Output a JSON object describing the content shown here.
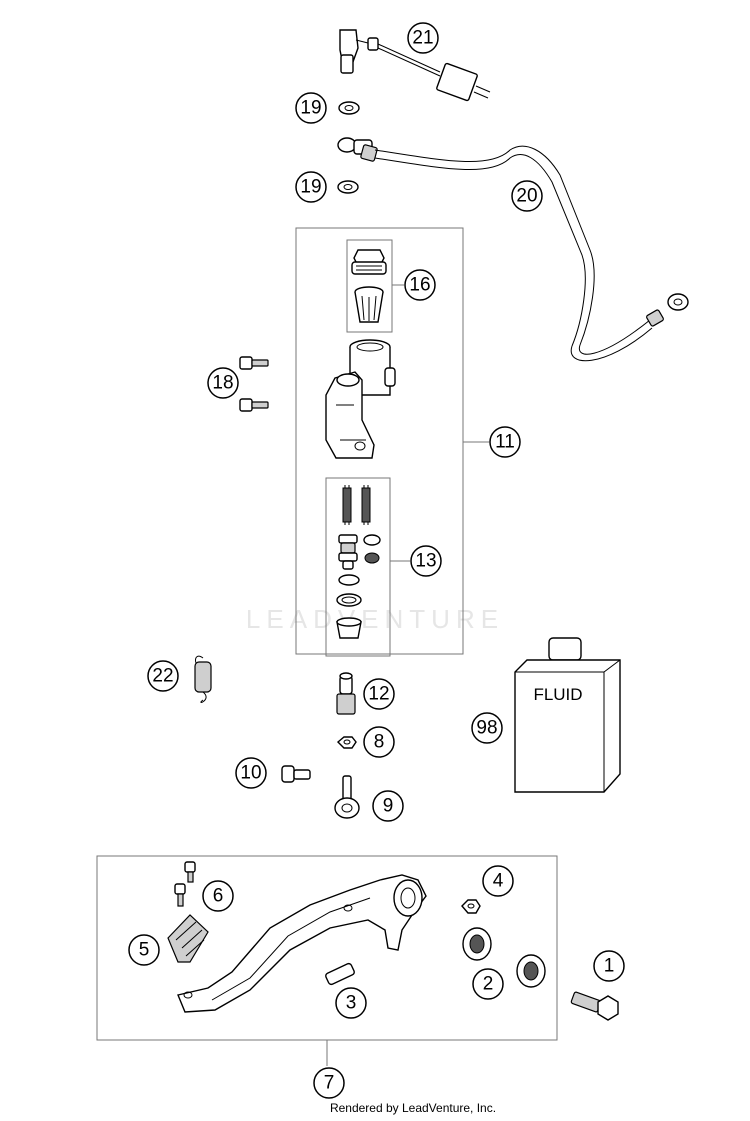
{
  "watermark": "LEADVENTURE",
  "fluid_label": "FLUID",
  "credit": "Rendered by LeadVenture, Inc.",
  "callouts": [
    "1",
    "2",
    "3",
    "4",
    "5",
    "6",
    "7",
    "8",
    "9",
    "10",
    "11",
    "12",
    "13",
    "16",
    "18",
    "19",
    "19",
    "20",
    "21",
    "22",
    "98"
  ]
}
